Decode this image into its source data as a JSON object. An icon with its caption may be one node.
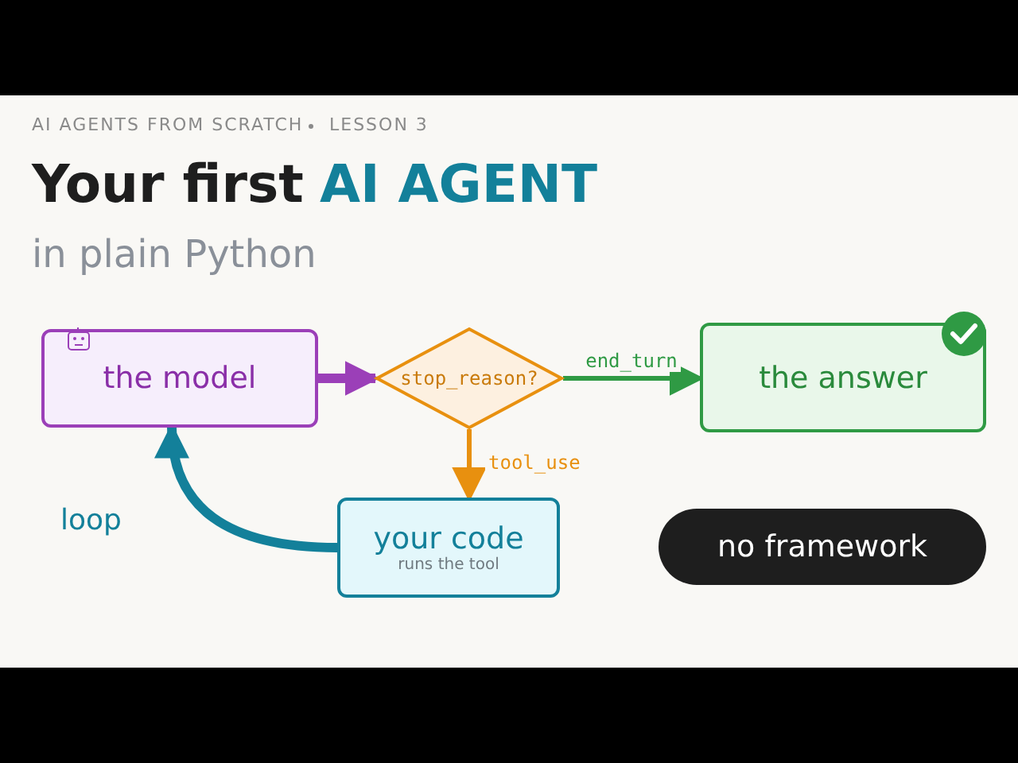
{
  "diagram": {
    "title": "Your first",
    "nodes": [
      {
        "text": [
          "the model"
        ]
      },
      {
        "text": [
          "stop_reason?"
        ]
      },
      {
        "text": [
          "the answer"
        ]
      },
      {
        "text": [
          "your code",
          "runs the tool"
        ]
      },
      {
        "text": [
          "no framework"
        ]
      }
    ],
    "edges": [
      {
        "from": 0,
        "to": 1,
        "arrow": "to",
        "style": "thick",
        "color": "#9b3fb8"
      },
      {
        "from": 1,
        "to": 2,
        "arrow": "to",
        "label": "end_turn",
        "color": "#2f9a44"
      },
      {
        "from": 1,
        "to": 3,
        "arrow": "to",
        "label": "tool_use",
        "color": "#e8900f"
      },
      {
        "from": 3,
        "to": 0,
        "arrow": "to",
        "style": "thick",
        "color": "#13809a"
      }
    ],
    "labels": [
      "AI AGENTS FROM SCRATCH",
      "LESSON 3",
      "AI AGENT",
      "in plain Python",
      "loop"
    ]
  }
}
